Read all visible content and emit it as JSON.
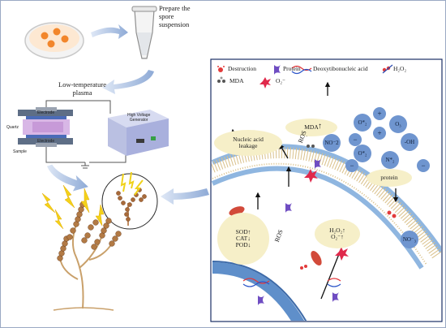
{
  "workflow": {
    "step1": "Prepare the\nspore\nsuspension",
    "step2": "Low-temperature\nplasma",
    "electrode_top": "Electrode",
    "electrode_bottom": "Electrode",
    "quartz": "Quartz",
    "sample": "Sample",
    "generator": "High Voltage\nGenerator"
  },
  "legend": {
    "destruction": "Destruction",
    "protein": "Protein",
    "dna": "Deoxytibonucleic acid",
    "h2o2": "H₂O₂",
    "mda": "MDA",
    "superoxide": "O₂⁻"
  },
  "cell": {
    "mda_up": "MDA",
    "nucleic_leakage": "Nucleic acid\nleakage",
    "ros_1": "ROS",
    "ros_2": "ROS",
    "enzymes": "SOD↑\nCAT↓\nPOD↓",
    "h2o2_o2": "H₂O₂↑\nO₂⁻↑",
    "protein_leak": "protein"
  },
  "ions": [
    "O*₂",
    "+",
    "O₃",
    "NO⁻2",
    "+",
    "-OH",
    "O*₂",
    "N*₂",
    "NO⁻₃",
    "−",
    "−",
    "−"
  ]
}
